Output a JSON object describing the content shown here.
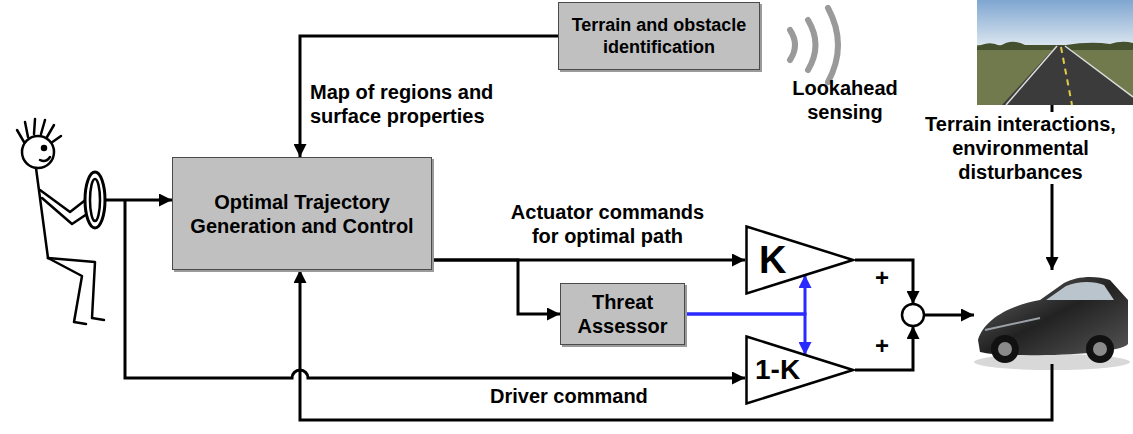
{
  "diagram": {
    "nodes": [
      {
        "text": [
          "Terrain and obstacle identification"
        ]
      },
      {
        "text": [
          "Optimal Trajectory Generation and Control"
        ]
      },
      {
        "text": [
          "K"
        ]
      },
      {
        "text": [
          "Threat Assessor"
        ]
      },
      {
        "text": [
          "1-K"
        ]
      }
    ],
    "edges": [
      {
        "from": 0,
        "to": 1,
        "arrow": "to",
        "label": "Map of regions and surface properties"
      },
      {
        "from": 1,
        "to": 2,
        "arrow": "to",
        "label": "Actuator commands for optimal path"
      },
      {
        "from": 1,
        "to": 3,
        "arrow": "to"
      },
      {
        "from": 3,
        "to": 2,
        "arrow": "to"
      },
      {
        "from": 3,
        "to": 4,
        "arrow": "to"
      }
    ],
    "labels": [
      "Lookahead sensing",
      "Terrain interactions, environmental disturbances",
      "+",
      "+",
      "Driver command"
    ]
  }
}
